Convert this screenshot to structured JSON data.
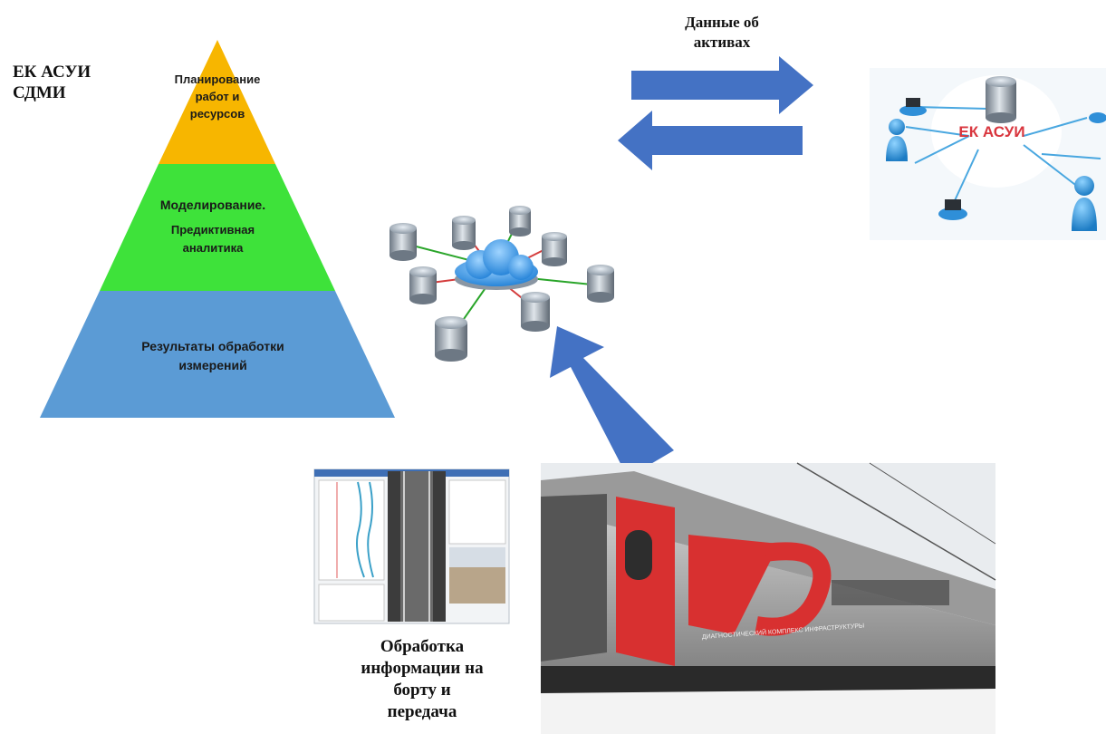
{
  "system_title": "ЕК АСУИ\nСДМИ",
  "pyramid": {
    "top": "Планирование\nработ и\nресурсов",
    "middle_line1": "Моделирование.",
    "middle_line2": "Предиктивная\nаналитика",
    "bottom": "Результаты обработки\nизмерений",
    "colors": {
      "top": "#f7b600",
      "middle": "#3ee23a",
      "bottom": "#5b9bd5"
    }
  },
  "asset_data_caption": "Данные об\nактивах",
  "ek_asui_label": "ЕК АСУИ",
  "onboard_caption": "Обработка\nинформации на\nборту и\nпередача",
  "train_lettering": "ДИАГНОСТИЧЕСКИЙ КОМПЛЕКС ИНФРАСТРУКТУРЫ",
  "arrow_color": "#4472c4"
}
